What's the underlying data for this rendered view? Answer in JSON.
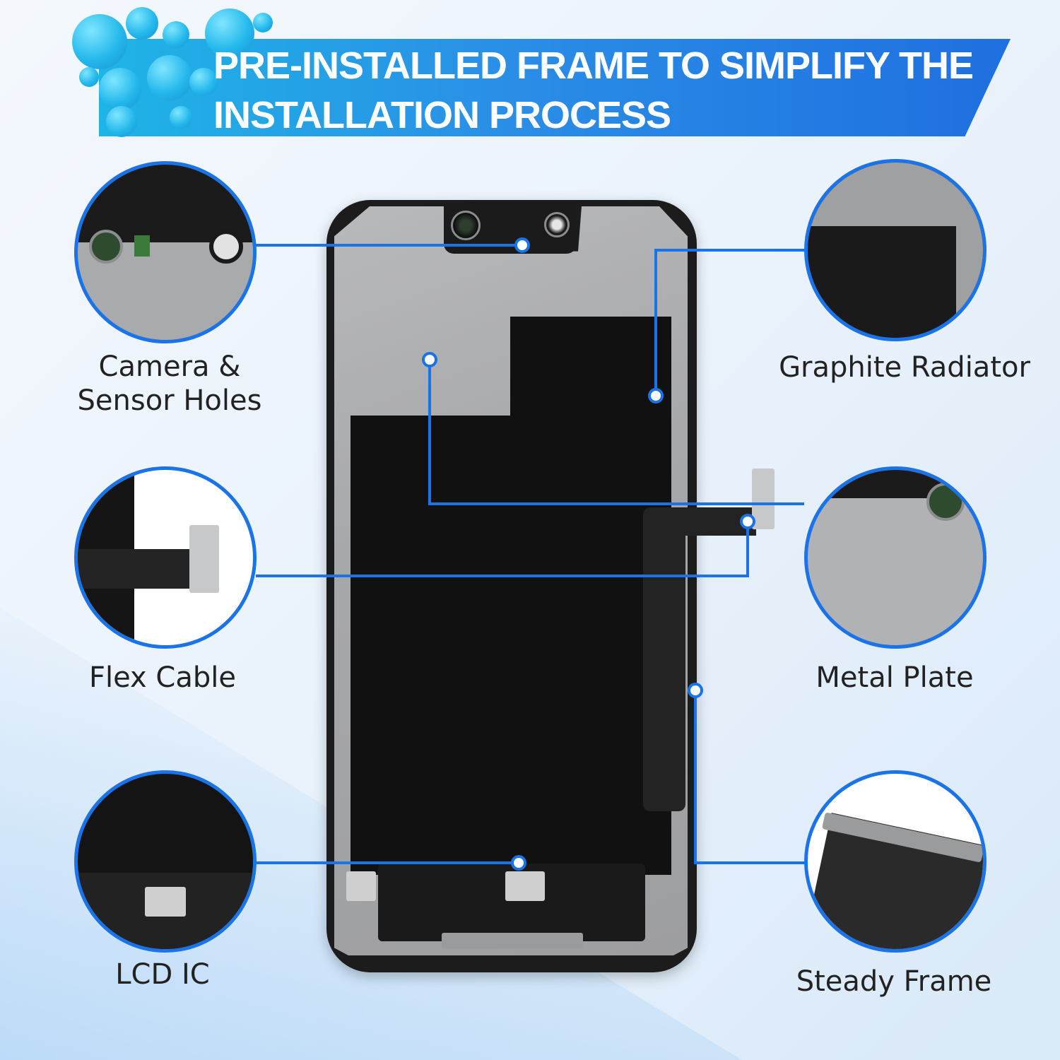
{
  "banner": {
    "title": "PRE-INSTALLED FRAME TO SIMPLIFY THE INSTALLATION PROCESS"
  },
  "callouts": {
    "camera": "Camera & Sensor Holes",
    "graphite": "Graphite Radiator",
    "flex": "Flex Cable",
    "metal": "Metal Plate",
    "lcd": "LCD IC",
    "frame": "Steady Frame"
  },
  "colors": {
    "accent": "#1a73e8",
    "banner_start": "#1fb4e6",
    "banner_end": "#1f6fe0"
  }
}
